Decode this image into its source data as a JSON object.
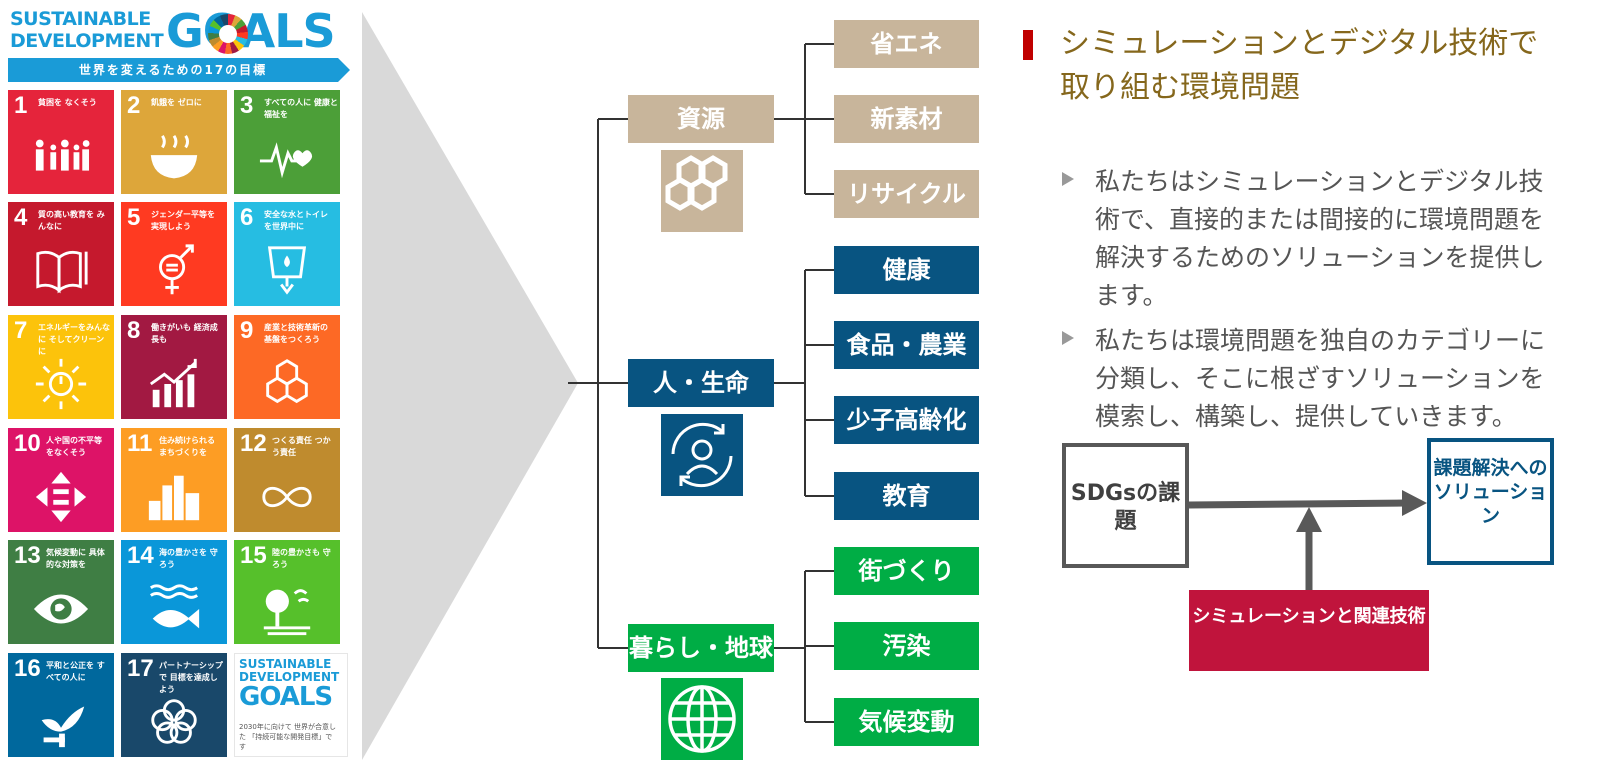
{
  "poster": {
    "title_line1": "SUSTAINABLE",
    "title_line2": "DEVELOPMENT",
    "title_goals": "GOALS",
    "banner": "世界を変えるための17の目標",
    "goals": [
      {
        "num": "1",
        "label": "貧困を なくそう",
        "color": "#e5243b",
        "icon": "family-icon"
      },
      {
        "num": "2",
        "label": "飢餓を ゼロに",
        "color": "#dda63a",
        "icon": "bowl-icon"
      },
      {
        "num": "3",
        "label": "すべての人に 健康と福祉を",
        "color": "#4c9f38",
        "icon": "heartbeat-icon"
      },
      {
        "num": "4",
        "label": "質の高い教育を みんなに",
        "color": "#c5192d",
        "icon": "book-icon"
      },
      {
        "num": "5",
        "label": "ジェンダー平等を 実現しよう",
        "color": "#ff3a21",
        "icon": "gender-icon"
      },
      {
        "num": "6",
        "label": "安全な水とトイレ を世界中に",
        "color": "#26bde2",
        "icon": "water-icon"
      },
      {
        "num": "7",
        "label": "エネルギーをみんなに そしてクリーンに",
        "color": "#fcc30b",
        "icon": "sun-power-icon"
      },
      {
        "num": "8",
        "label": "働きがいも 経済成長も",
        "color": "#a21942",
        "icon": "growth-chart-icon"
      },
      {
        "num": "9",
        "label": "産業と技術革新の 基盤をつくろう",
        "color": "#fd6925",
        "icon": "cubes-icon"
      },
      {
        "num": "10",
        "label": "人や国の不平等 をなくそう",
        "color": "#dd1367",
        "icon": "equality-arrows-icon"
      },
      {
        "num": "11",
        "label": "住み続けられる まちづくりを",
        "color": "#fd9d24",
        "icon": "city-icon"
      },
      {
        "num": "12",
        "label": "つくる責任 つかう責任",
        "color": "#bf8b2e",
        "icon": "infinity-icon"
      },
      {
        "num": "13",
        "label": "気候変動に 具体的な対策を",
        "color": "#3f7e44",
        "icon": "eye-globe-icon"
      },
      {
        "num": "14",
        "label": "海の豊かさを 守ろう",
        "color": "#0a97d9",
        "icon": "fish-icon"
      },
      {
        "num": "15",
        "label": "陸の豊かさも 守ろう",
        "color": "#56c02b",
        "icon": "tree-icon"
      },
      {
        "num": "16",
        "label": "平和と公正を すべての人に",
        "color": "#00689d",
        "icon": "dove-icon"
      },
      {
        "num": "17",
        "label": "パートナーシップで 目標を達成しよう",
        "color": "#19486a",
        "icon": "rings-icon"
      }
    ],
    "small_logo_line1": "SUSTAINABLE",
    "small_logo_line2": "DEVELOPMENT",
    "small_logo_goals": "GOALS",
    "small_note": "2030年に向けて 世界が合意した 「持続可能な開発目標」です"
  },
  "tree": {
    "categories": [
      {
        "label": "資源",
        "color": "#c8b59b",
        "icon": "hexagon-cluster-icon",
        "items": [
          "省エネ",
          "新素材",
          "リサイクル"
        ]
      },
      {
        "label": "人・生命",
        "color": "#085481",
        "icon": "person-cycle-icon",
        "items": [
          "健康",
          "食品・農業",
          "少子高齢化",
          "教育"
        ]
      },
      {
        "label": "暮らし・地球",
        "color": "#00ad45",
        "icon": "globe-icon",
        "items": [
          "街づくり",
          "汚染",
          "気候変動"
        ]
      }
    ]
  },
  "text": {
    "heading": "シミュレーションとデジタル技術で 取り組む環境問題",
    "bullet1": "私たちはシミュレーションとデジタル技術で、直接的または間接的に環境問題を解決するためのソリューションを提供します。",
    "bullet2": "私たちは環境問題を独自のカテゴリーに分類し、そこに根ざすソリューションを模索し、構築し、提供していきます。"
  },
  "flow": {
    "sdgs_box": "SDGsの課題",
    "solution_box": "課題解決へのソリューション",
    "sim_box": "シミュレーションと関連技術"
  },
  "colors": {
    "accent_red": "#c00000",
    "heading_gold": "#85671c",
    "resource": "#c8b59b",
    "life": "#085481",
    "earth": "#00ad45",
    "sim_red": "#c0143c"
  }
}
